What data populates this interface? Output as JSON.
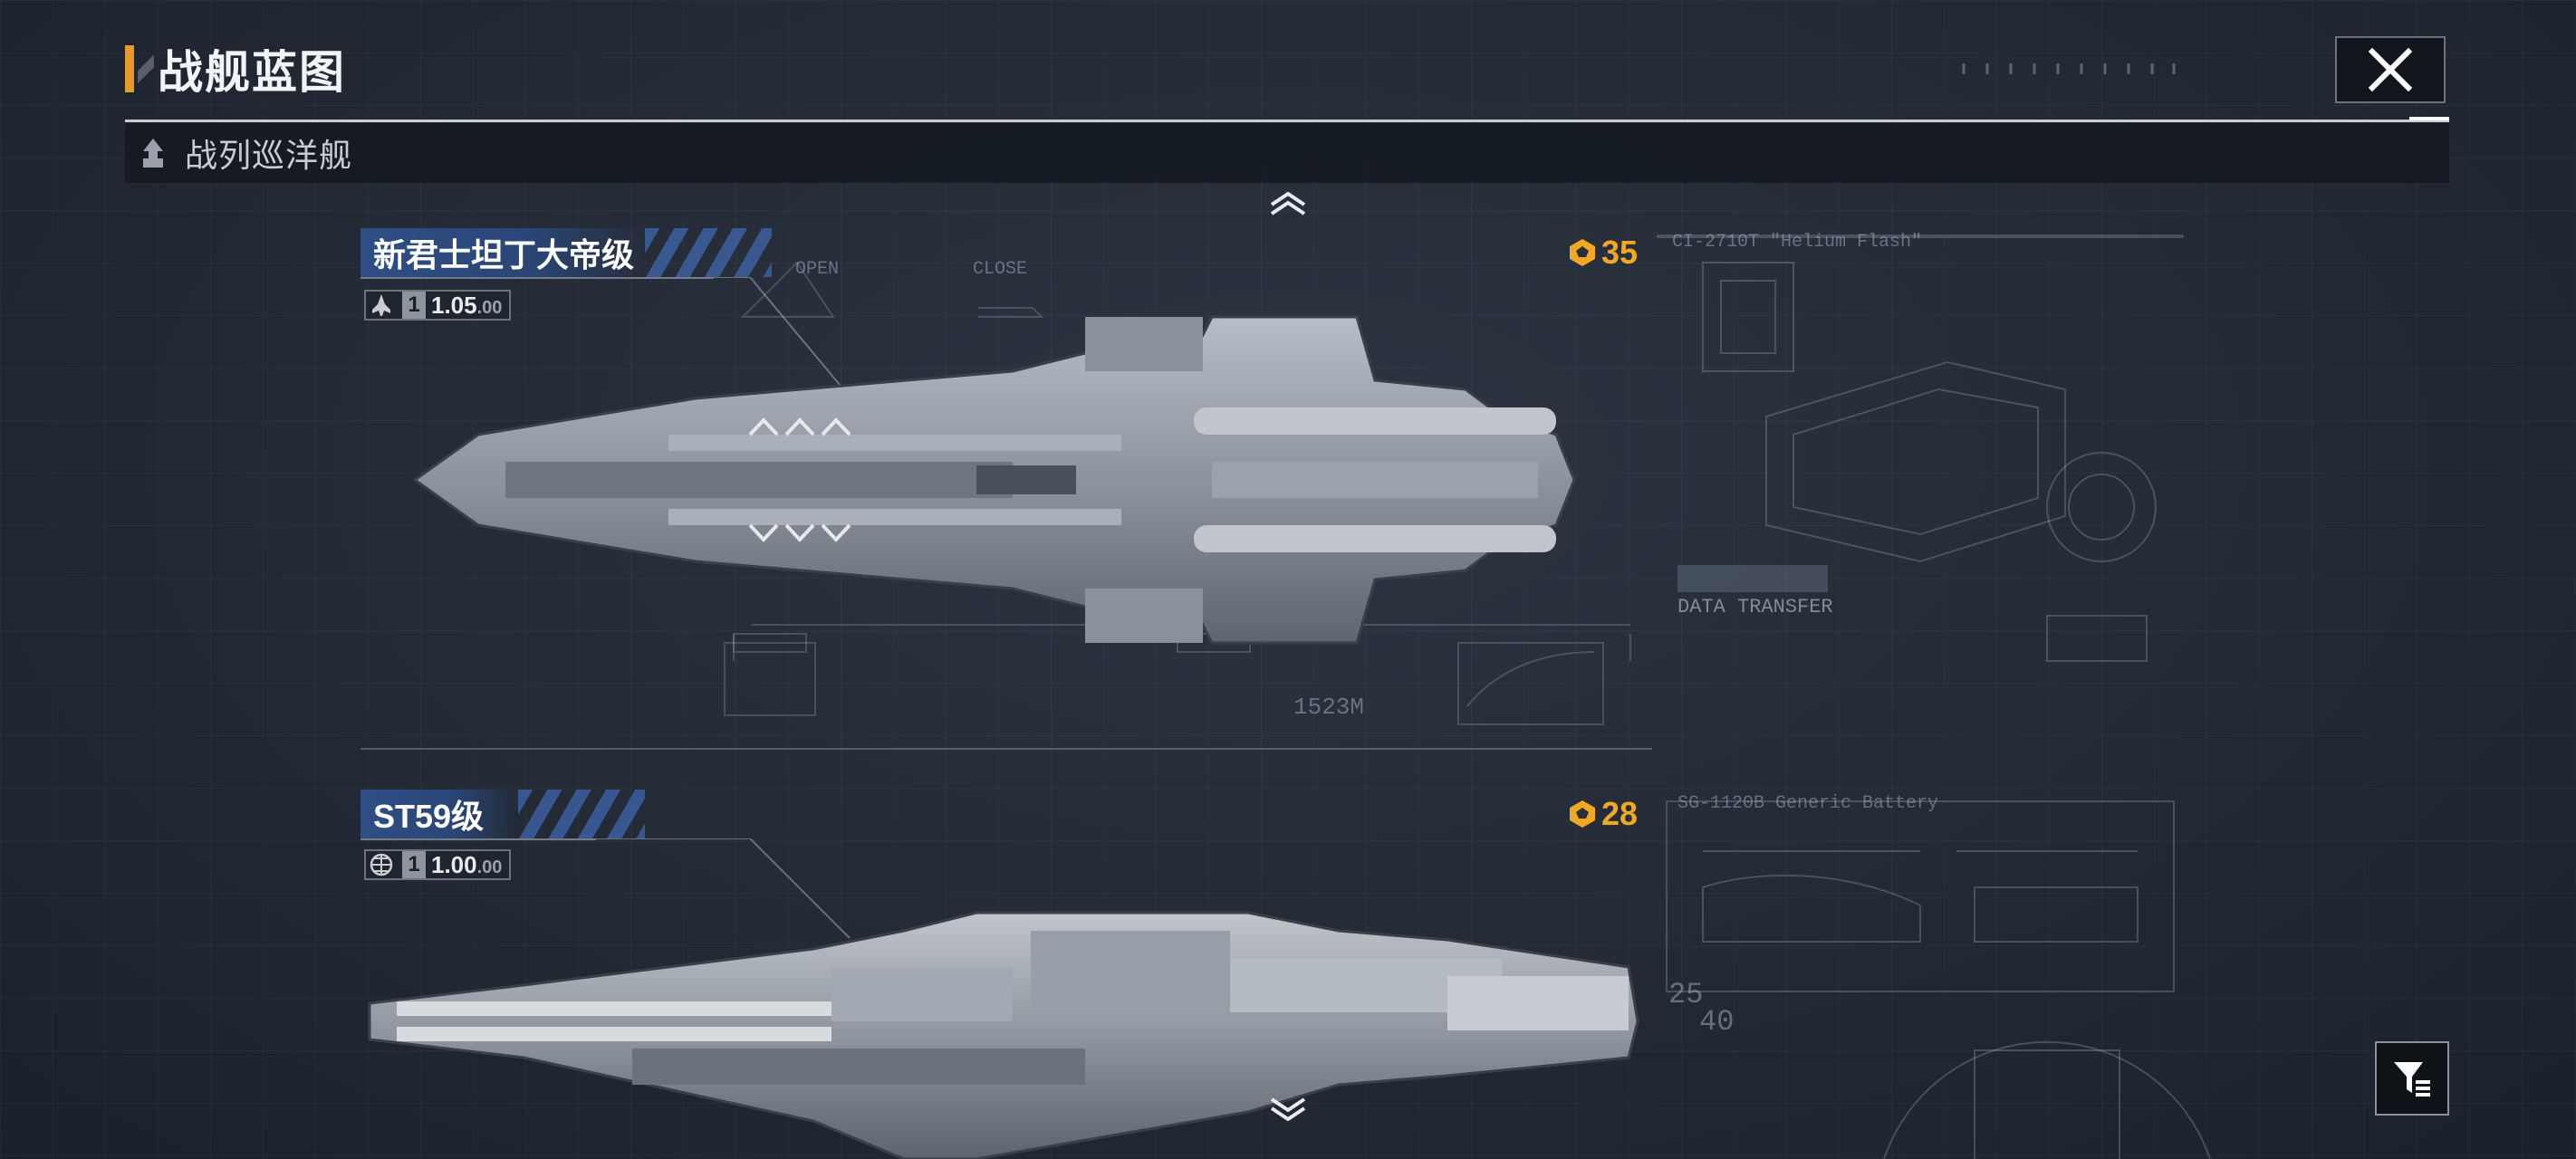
{
  "header": {
    "title": "战舰蓝图",
    "close_icon": "close-icon",
    "accent_color": "#e59b2b"
  },
  "category": {
    "label": "战列巡洋舰",
    "icon": "ship-class-icon"
  },
  "ships": [
    {
      "name": "新君士坦丁大帝级",
      "type_icon": "fighter-icon",
      "count": "1",
      "version": "1.05",
      "version_suffix": ".00",
      "level": "35",
      "length_label": "1523M"
    },
    {
      "name": "ST59级",
      "type_icon": "globe-icon",
      "count": "1",
      "version": "1.00",
      "version_suffix": ".00",
      "level": "28"
    }
  ],
  "deco": {
    "data_transfer": "DATA TRANSFER",
    "part_label_1": "CI-2710T \"Helium Flash\"",
    "part_label_2": "SG-1120B Generic Battery",
    "number_25": "25",
    "number_40": "40",
    "open": "OPEN",
    "close": "CLOSE"
  },
  "controls": {
    "scroll_up_icon": "chevron-up-icon",
    "scroll_down_icon": "chevron-down-icon",
    "filter_icon": "filter-icon"
  },
  "colors": {
    "level_color": "#f0a825",
    "name_banner": "#2f4e84"
  }
}
